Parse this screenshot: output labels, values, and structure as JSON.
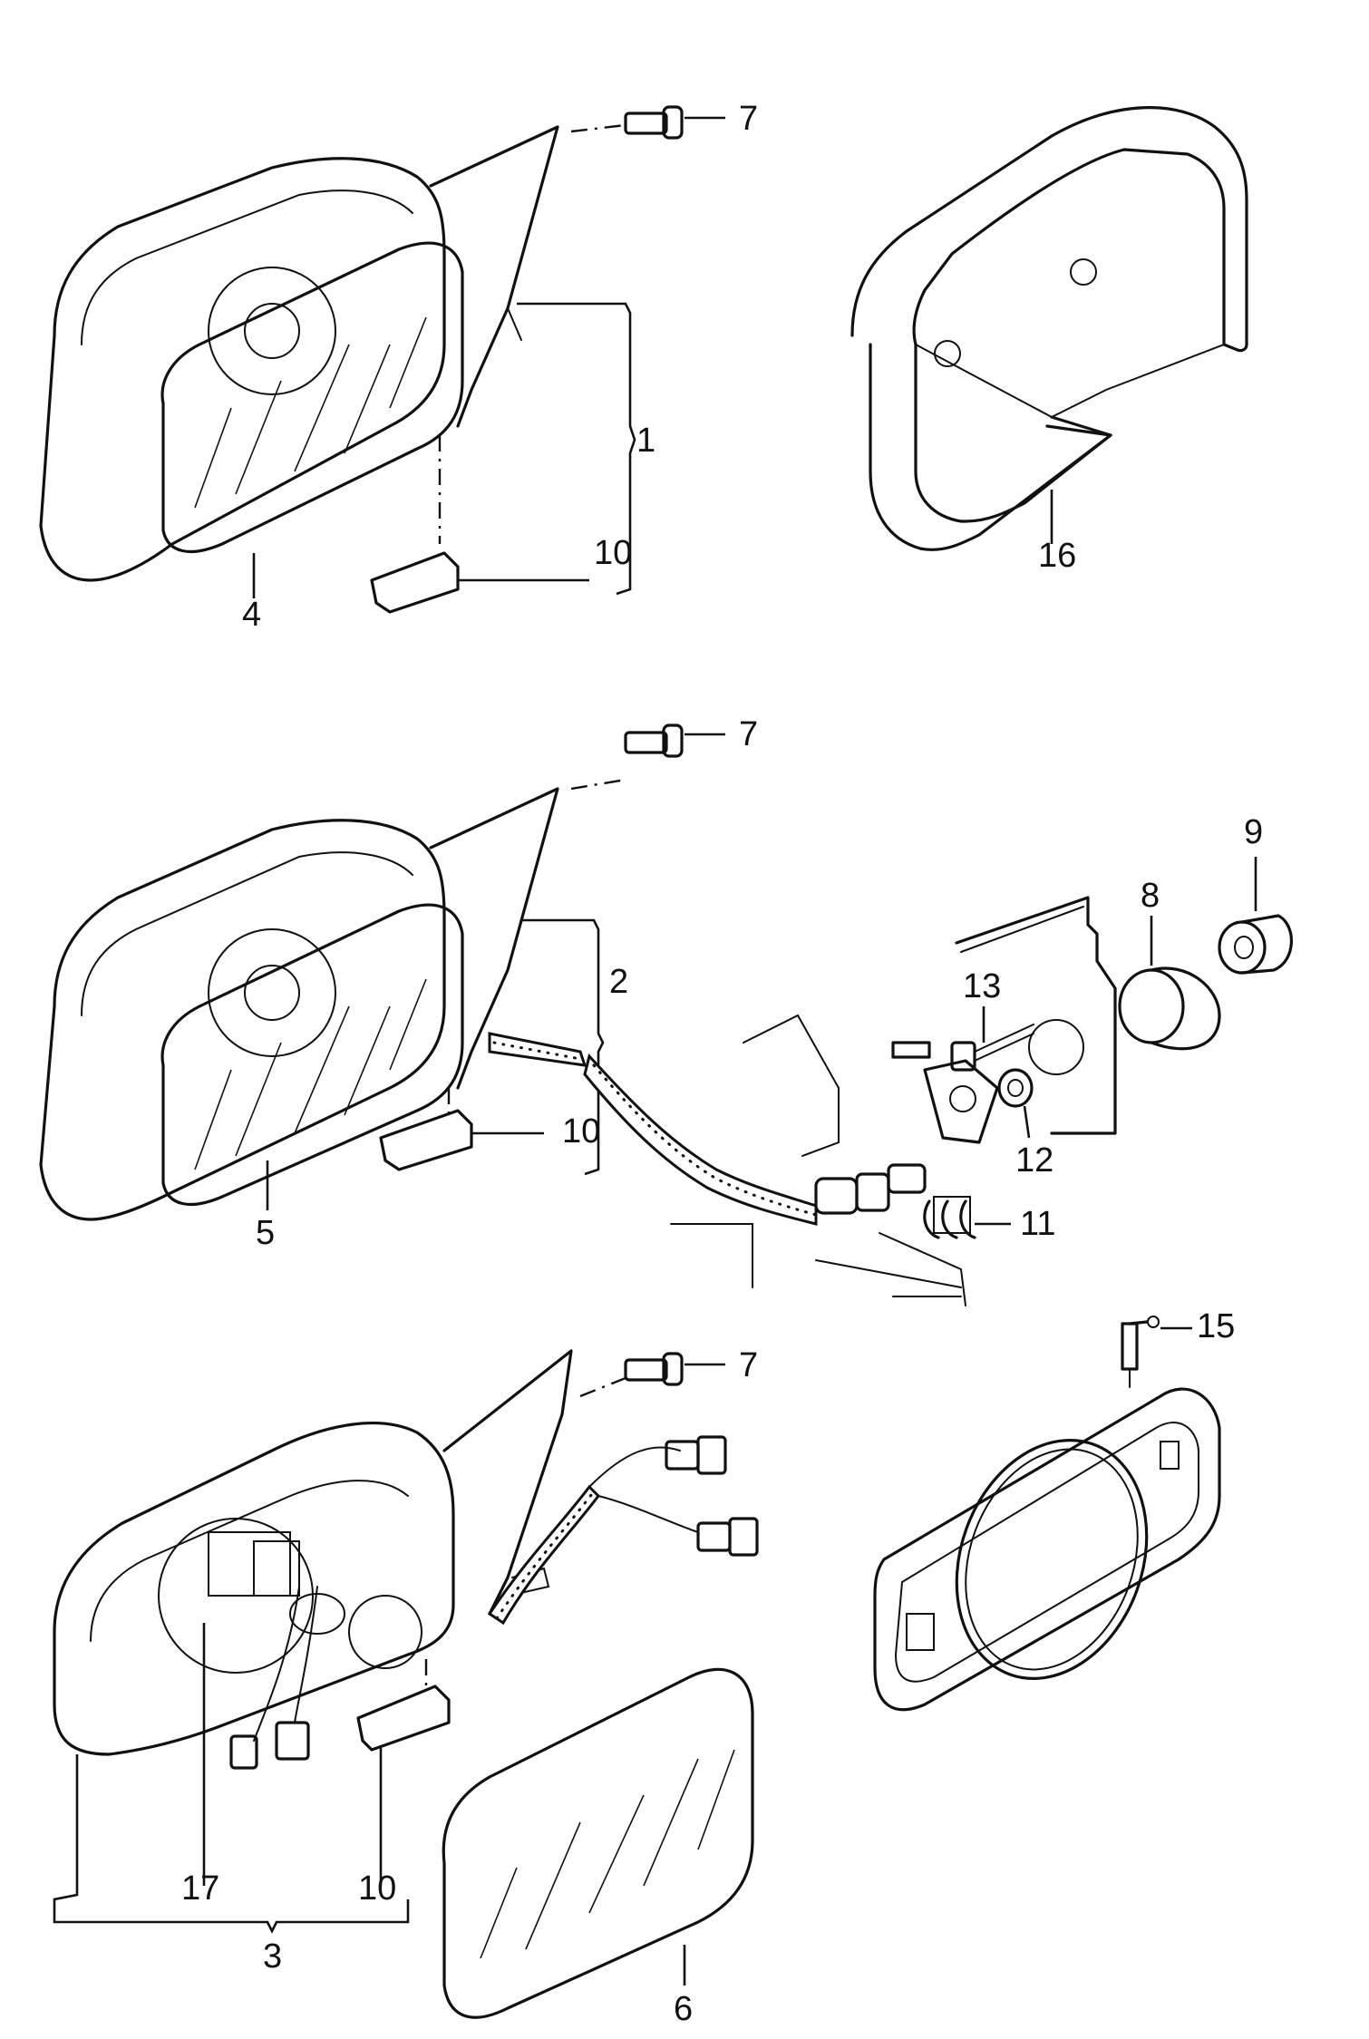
{
  "callouts": {
    "c1": "1",
    "c2": "2",
    "c3": "3",
    "c4": "4",
    "c5": "5",
    "c6": "6",
    "c7a": "7",
    "c7b": "7",
    "c7c": "7",
    "c8": "8",
    "c9": "9",
    "c10a": "10",
    "c10b": "10",
    "c10c": "10",
    "c11": "11",
    "c12": "12",
    "c13": "13",
    "c15": "15",
    "c16": "16",
    "c17": "17"
  }
}
